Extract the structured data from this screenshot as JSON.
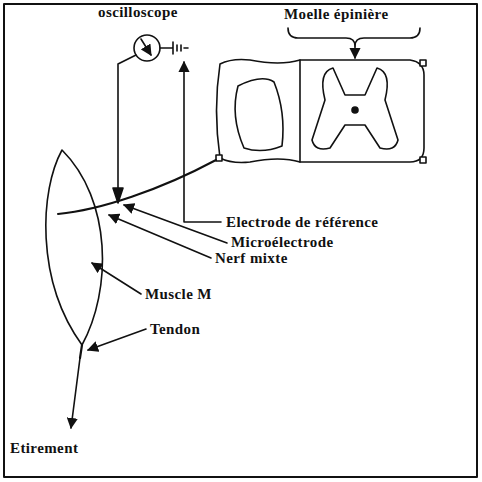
{
  "diagram": {
    "labels": [
      "oscilloscope",
      "Moelle épinière",
      "Electrode de référence",
      "Microélectrode",
      "Nerf mixte",
      "Muscle M",
      "Tendon",
      "Etirement"
    ]
  }
}
